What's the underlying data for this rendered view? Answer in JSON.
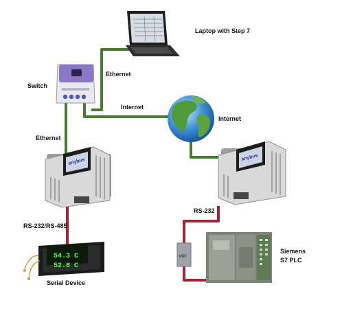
{
  "labels": {
    "laptop": "Laptop with Step 7",
    "switch": "Switch",
    "ethernet_top": "Ethernet",
    "internet_left": "Internet",
    "internet_right": "Internet",
    "ethernet_left": "Ethernet",
    "rs232_485": "RS-232/RS-485",
    "rs232": "RS-232",
    "serial_device": "Serial Device",
    "plc_line1": "Siemens",
    "plc_line2": "S7 PLC",
    "mpi": "MPI"
  },
  "device_text": {
    "gateway_brand": "anybus",
    "display_line1": "54.3 C",
    "display_line2": "52.8 C"
  },
  "colors": {
    "ethernet_cable": "#4a7a2e",
    "serial_cable": "#a3253b",
    "gateway_body": "#d9d9d9",
    "switch_body": "#8a78c6"
  }
}
